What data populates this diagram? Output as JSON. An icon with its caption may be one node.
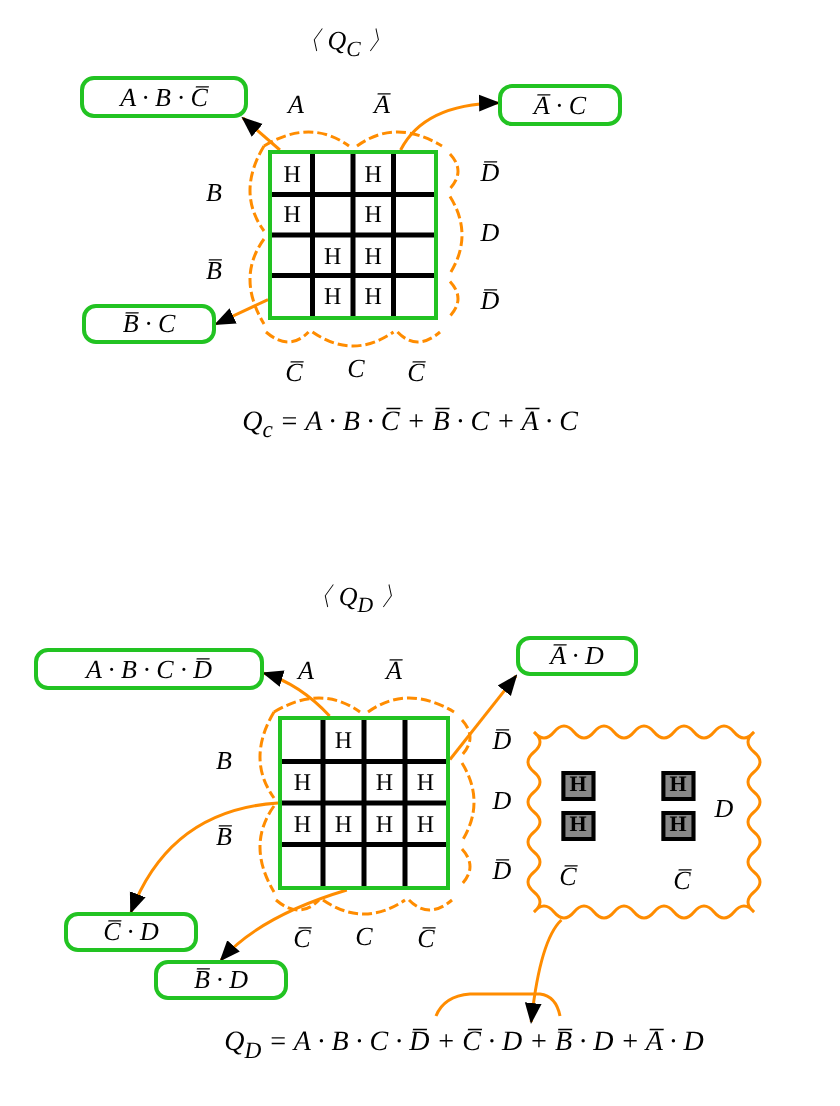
{
  "diagram": {
    "nodes": [
      {
        "text": [],
        "shape": "box"
      },
      {
        "text": [
          "A · B · C̅"
        ]
      },
      {
        "text": [
          "A̅ · C"
        ]
      },
      {
        "text": [
          "B̅ · C"
        ]
      },
      {
        "text": [],
        "shape": "box"
      },
      {
        "text": [
          "A · B · C · D̅"
        ]
      },
      {
        "text": [
          "A̅ · D"
        ]
      },
      {
        "text": [
          "C̅ · D"
        ]
      },
      {
        "text": [
          "B̅ · D"
        ]
      },
      {
        "text": [],
        "shape": "cloud"
      },
      {
        "text": [
          "Q$_{D}$ = A · B · C · D̅ + C̅ · D + B̅ · D + A̅ · D"
        ]
      }
    ],
    "edges": [
      {
        "from": 0,
        "to": 1,
        "arrow": "to"
      },
      {
        "from": 0,
        "to": 2,
        "arrow": "to"
      },
      {
        "from": 0,
        "to": 3,
        "arrow": "to"
      },
      {
        "from": 4,
        "to": 5,
        "arrow": "to"
      },
      {
        "from": 4,
        "to": 6,
        "arrow": "to"
      },
      {
        "from": 4,
        "to": 7,
        "arrow": "to"
      },
      {
        "from": 4,
        "to": 8,
        "arrow": "to"
      },
      {
        "from": 9,
        "to": 10,
        "arrow": "to"
      }
    ],
    "labels": [
      "〈 Q$_{C}$ 〉",
      "A",
      "A̅",
      "B",
      "B̅",
      "D̅",
      "D",
      "D̅",
      "C̅",
      "C",
      "C̅",
      "H",
      "H",
      "H",
      "H",
      "H",
      "H",
      "H",
      "H",
      "Q$_{c}$ = A · B · C̅ + B̅ · C + A̅ · C",
      "〈 Q$_{D}$ 〉",
      "A",
      "A̅",
      "B",
      "B̅",
      "D̅",
      "D",
      "D̅",
      "C̅",
      "C",
      "C̅",
      "H",
      "H",
      "H",
      "H",
      "H",
      "H",
      "H",
      "H",
      "H",
      "H",
      "H",
      "H",
      "C̅",
      "C̅",
      "D"
    ]
  }
}
